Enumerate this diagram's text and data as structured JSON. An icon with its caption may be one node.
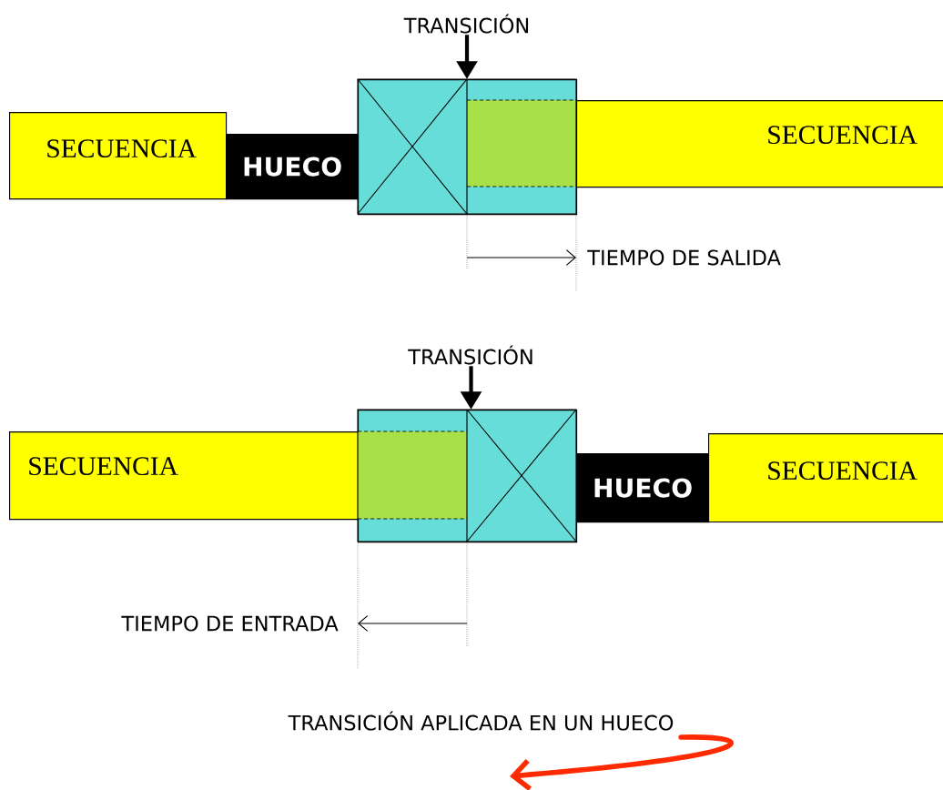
{
  "diagram": {
    "nodes": [
      {
        "text": [
          "SECUENCIA"
        ]
      },
      {
        "text": [
          "HUECO"
        ]
      },
      {
        "text": [],
        "shape": "box"
      },
      {
        "text": [
          "SECUENCIA"
        ]
      },
      {
        "text": [
          "TRANSICIÓN"
        ]
      },
      {
        "text": [
          "TRANSICIÓN"
        ]
      },
      {
        "text": [
          "SECUENCIA"
        ]
      },
      {
        "text": [],
        "shape": "box"
      },
      {
        "text": [
          "HUECO"
        ]
      },
      {
        "text": [
          "SECUENCIA"
        ]
      },
      {
        "text": [
          "TRANSICIÓN APLICADA EN UN HUECO"
        ]
      }
    ],
    "edges": [
      {
        "from": 4,
        "to": 2,
        "arrow": "to"
      },
      {
        "from": 5,
        "to": 7,
        "arrow": "to"
      },
      {
        "from": 10,
        "to": null,
        "arrow": "to",
        "color": "#ff2a00"
      }
    ],
    "labels": [
      "TIEMPO DE SALIDA",
      "TIEMPO DE ENTRADA"
    ]
  }
}
